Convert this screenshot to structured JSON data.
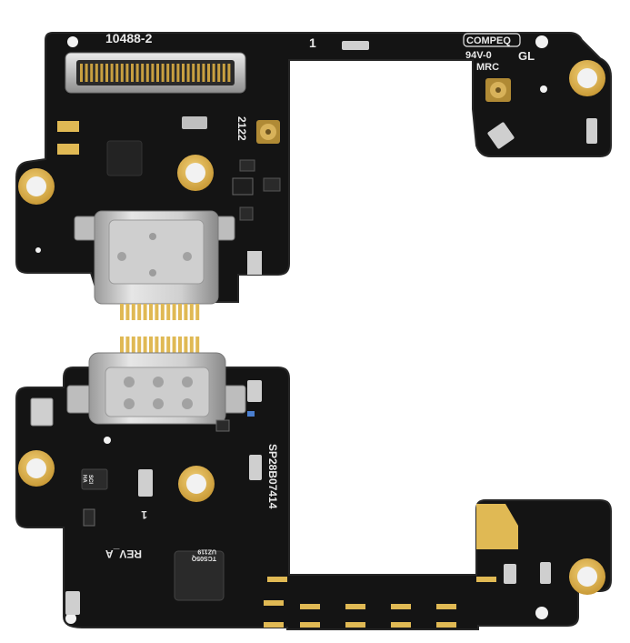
{
  "image": {
    "subject": "charging port flex boards",
    "colors": {
      "background": "#ffffff",
      "pcb": "#141414",
      "pcb_edge": "#262626",
      "gold": "#e0b954",
      "gold_dark": "#b8902e",
      "silver": "#cfcfcf",
      "silver_dark": "#8d8d8d",
      "silkscreen": "#e8e8e8"
    }
  },
  "top_board": {
    "label_part": "10488-2",
    "label_one": "1",
    "label_brand": "COMPEQ",
    "label_rating": "94V-0",
    "label_mrc": "MRC",
    "label_gl": "GL",
    "label_date": "2122"
  },
  "bottom_board": {
    "label_serial": "SP28B07414",
    "label_rev": "REV_A",
    "label_one": "1",
    "chip_small": "SCI\nHA",
    "chip_main": "TCS05Q\nUZ119"
  }
}
